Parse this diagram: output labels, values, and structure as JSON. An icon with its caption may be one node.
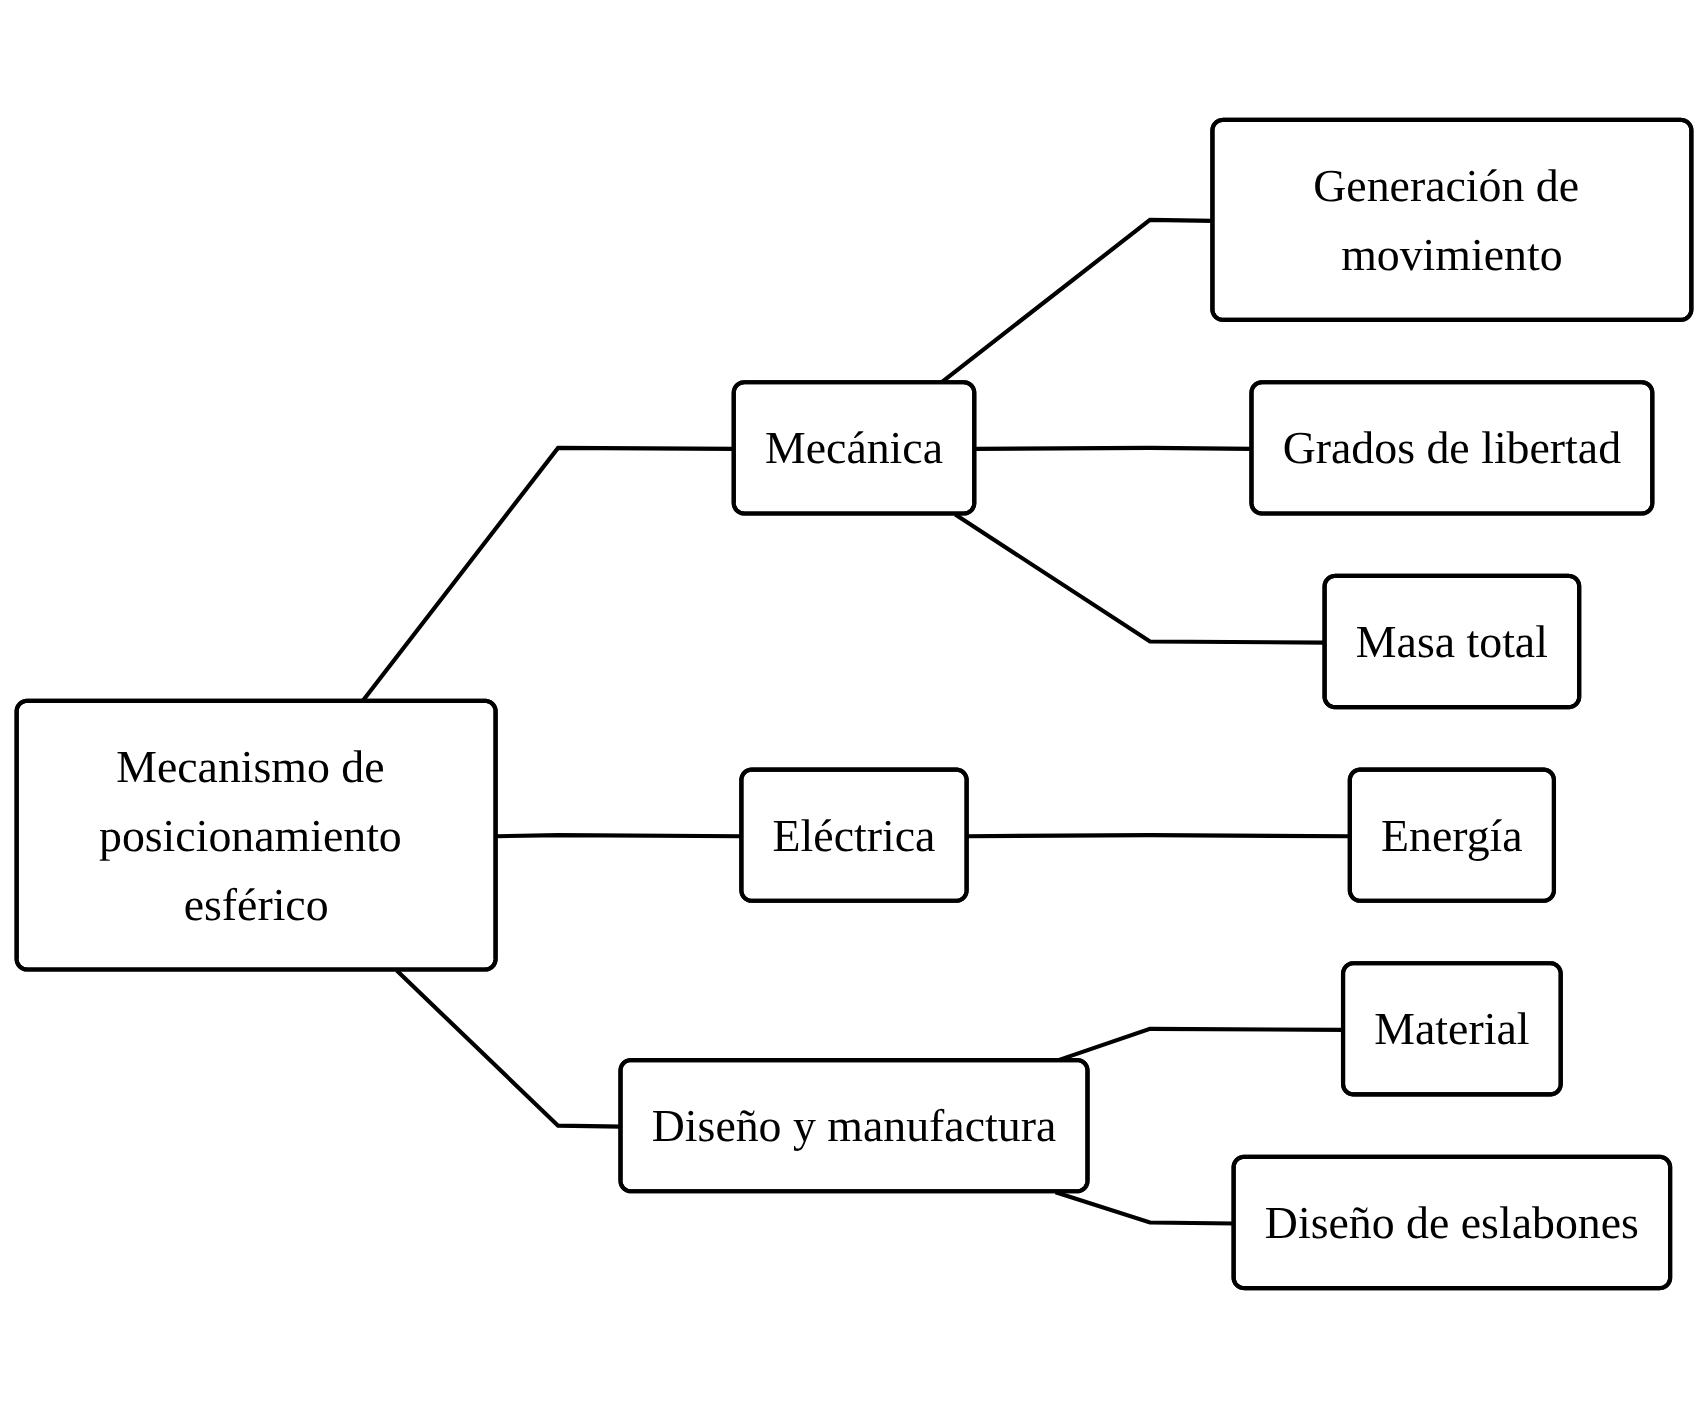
{
  "diagram": {
    "nodes": [
      {
        "text": [
          "Mecanismo de posicionamiento esférico"
        ]
      },
      {
        "text": [
          "Mecánica"
        ]
      },
      {
        "text": [
          "Generación de movimiento"
        ]
      },
      {
        "text": [
          "Grados de libertad"
        ]
      },
      {
        "text": [
          "Masa total"
        ]
      },
      {
        "text": [
          "Eléctrica"
        ]
      },
      {
        "text": [
          "Energía"
        ]
      },
      {
        "text": [
          "Diseño y manufactura"
        ]
      },
      {
        "text": [
          "Material"
        ]
      },
      {
        "text": [
          "Diseño de eslabones"
        ]
      }
    ],
    "edges": [
      {
        "from": 0,
        "to": 1,
        "arrow": "none"
      },
      {
        "from": 0,
        "to": 5,
        "arrow": "none"
      },
      {
        "from": 0,
        "to": 7,
        "arrow": "none"
      },
      {
        "from": 1,
        "to": 2,
        "arrow": "none"
      },
      {
        "from": 1,
        "to": 3,
        "arrow": "none"
      },
      {
        "from": 1,
        "to": 4,
        "arrow": "none"
      },
      {
        "from": 5,
        "to": 6,
        "arrow": "none"
      },
      {
        "from": 7,
        "to": 8,
        "arrow": "none"
      },
      {
        "from": 7,
        "to": 9,
        "arrow": "none"
      }
    ]
  }
}
